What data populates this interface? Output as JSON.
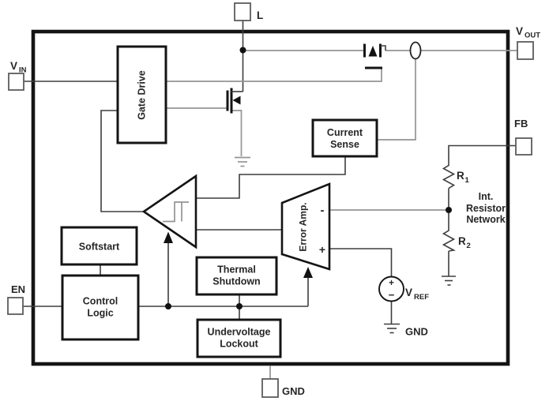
{
  "pins": {
    "l": {
      "label": "L"
    },
    "vout": {
      "main": "V",
      "sub": "OUT"
    },
    "vin": {
      "main": "V",
      "sub": "IN"
    },
    "fb": {
      "label": "FB"
    },
    "en": {
      "label": "EN"
    },
    "gnd": {
      "label": "GND"
    }
  },
  "blocks": {
    "gate_drive": "Gate Drive",
    "current_sense": {
      "line1": "Current",
      "line2": "Sense"
    },
    "softstart": "Softstart",
    "control_logic": {
      "line1": "Control",
      "line2": "Logic"
    },
    "thermal_shutdown": {
      "line1": "Thermal",
      "line2": "Shutdown"
    },
    "undervoltage_lockout": {
      "line1": "Undervoltage",
      "line2": "Lockout"
    },
    "error_amp": "Error Amp."
  },
  "components": {
    "r1": {
      "main": "R",
      "sub": "1"
    },
    "r2": {
      "main": "R",
      "sub": "2"
    },
    "vref": {
      "main": "V",
      "sub": "REF"
    },
    "vref_plus": "+",
    "vref_minus": "−",
    "error_amp_minus": "-",
    "error_amp_plus": "+",
    "int_resistor_network": {
      "line1": "Int.",
      "line2": "Resistor",
      "line3": "Network"
    },
    "vref_gnd": "GND"
  },
  "colors": {
    "background": "#ffffff",
    "wire": "#3e3e3e",
    "wire_light": "#949494",
    "component": "#141414",
    "text": "#262626"
  }
}
